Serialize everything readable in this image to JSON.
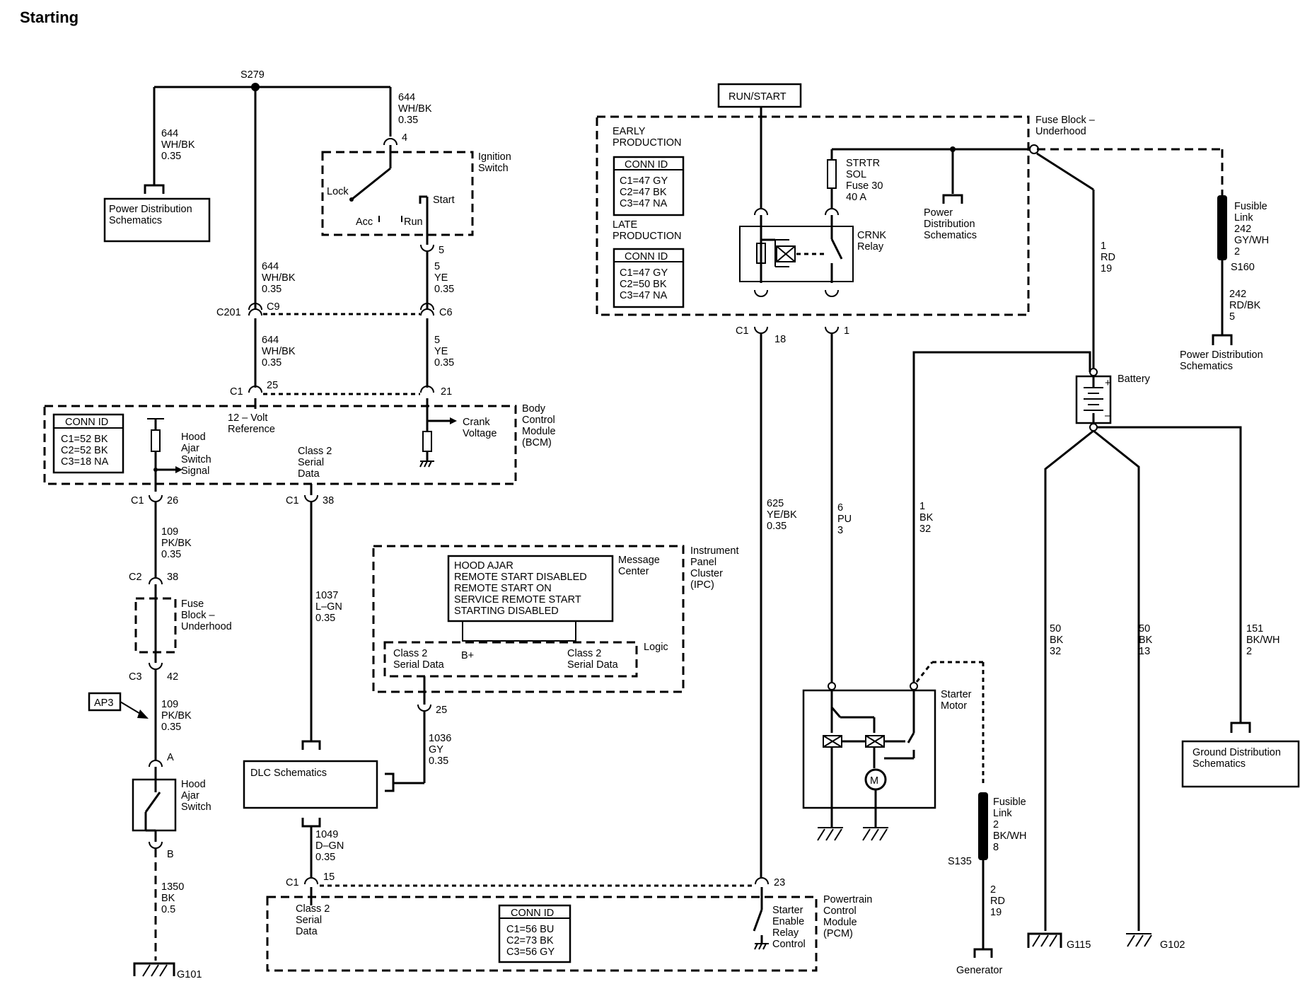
{
  "title": "Starting",
  "splices": {
    "s279": "S279",
    "s160": "S160",
    "s135": "S135"
  },
  "top_left_wire": [
    "644",
    "WH/BK",
    "0.35"
  ],
  "ign_feed_wire": [
    "644",
    "WH/BK",
    "0.35"
  ],
  "wire_s279_c201": [
    "644",
    "WH/BK",
    "0.35"
  ],
  "wire_c201_c1": [
    "644",
    "WH/BK",
    "0.35"
  ],
  "wire_ign_c6": [
    "5",
    "YE",
    "0.35"
  ],
  "wire_c6_bcm": [
    "5",
    "YE",
    "0.35"
  ],
  "pds_label": [
    "Power Distribution",
    "Schematics"
  ],
  "ignition": {
    "name": [
      "Ignition",
      "Switch"
    ],
    "pin_top": "4",
    "pin_bottom": "5",
    "positions": {
      "lock": "Lock",
      "acc": "Acc",
      "run": "Run",
      "start": "Start"
    }
  },
  "c201": {
    "name": "C201",
    "pin_a": "C9",
    "pin_b": "C6"
  },
  "bcm": {
    "name": [
      "Body",
      "Control",
      "Module",
      "(BCM)"
    ],
    "c1": "C1",
    "pin_25": "25",
    "pin_21": "21",
    "ref": [
      "12 – Volt",
      "Reference"
    ],
    "crank": [
      "Crank",
      "Voltage"
    ],
    "hood_signal": [
      "Hood",
      "Ajar",
      "Switch",
      "Signal"
    ],
    "class2": [
      "Class 2",
      "Serial",
      "Data"
    ],
    "conn": {
      "header": "CONN ID",
      "lines": [
        "C1=52 BK",
        "C2=52 BK",
        "C3=18 NA"
      ]
    },
    "pin_26": "26",
    "pin_38": "38"
  },
  "wire_109_a": [
    "109",
    "PK/BK",
    "0.35"
  ],
  "fuse_block_left": {
    "name": [
      "Fuse",
      "Block –",
      "Underhood"
    ],
    "c2": "C2",
    "pin_38": "38",
    "c3": "C3",
    "pin_42": "42"
  },
  "ap3": "AP3",
  "wire_109_b": [
    "109",
    "PK/BK",
    "0.35"
  ],
  "hood_switch": {
    "name": [
      "Hood",
      "Ajar",
      "Switch"
    ],
    "pin_a": "A",
    "pin_b": "B"
  },
  "wire_1350": [
    "1350",
    "BK",
    "0.5"
  ],
  "g101": "G101",
  "wire_1037": [
    "1037",
    "L–GN",
    "0.35"
  ],
  "ipc": {
    "name": [
      "Instrument",
      "Panel",
      "Cluster",
      "(IPC)"
    ],
    "message_center": [
      "Message",
      "Center"
    ],
    "messages": [
      "HOOD AJAR",
      "REMOTE START DISABLED",
      "REMOTE START ON",
      "SERVICE REMOTE START",
      "STARTING DISABLED"
    ],
    "logic": "Logic",
    "class2_left": [
      "Class 2",
      "Serial Data"
    ],
    "bplus": "B+",
    "class2_right": [
      "Class 2",
      "Serial Data"
    ],
    "pin_25": "25"
  },
  "wire_1036": [
    "1036",
    "GY",
    "0.35"
  ],
  "dlc": "DLC Schematics",
  "wire_1049": [
    "1049",
    "D–GN",
    "0.35"
  ],
  "pcm": {
    "name": [
      "Powertrain",
      "Control",
      "Module",
      "(PCM)"
    ],
    "c1": "C1",
    "pin_15": "15",
    "pin_23": "23",
    "class2": [
      "Class 2",
      "Serial",
      "Data"
    ],
    "conn": {
      "header": "CONN ID",
      "lines": [
        "C1=56 BU",
        "C2=73 BK",
        "C3=56 GY"
      ]
    },
    "relay_ctrl": [
      "Starter",
      "Enable",
      "Relay",
      "Control"
    ]
  },
  "run_start": "RUN/START",
  "fuse_block_right": {
    "name": [
      "Fuse Block –",
      "Underhood"
    ],
    "early": [
      "EARLY",
      "PRODUCTION"
    ],
    "early_conn": {
      "header": "CONN ID",
      "lines": [
        "C1=47 GY",
        "C2=47 BK",
        "C3=47 NA"
      ]
    },
    "late": [
      "LATE",
      "PRODUCTION"
    ],
    "late_conn": {
      "header": "CONN ID",
      "lines": [
        "C1=47 GY",
        "C2=50 BK",
        "C3=47 NA"
      ]
    },
    "fuse": [
      "STRTR",
      "SOL",
      "Fuse 30",
      "40 A"
    ],
    "relay": [
      "CRNK",
      "Relay"
    ],
    "pds": [
      "Power",
      "Distribution",
      "Schematics"
    ],
    "c1": "C1",
    "pin_18": "18",
    "pin_1": "1"
  },
  "fusible_top": {
    "name": [
      "Fusible",
      "Link",
      "242",
      "GY/WH",
      "2"
    ]
  },
  "wire_242": [
    "242",
    "RD/BK",
    "5"
  ],
  "pds_right": [
    "Power Distribution",
    "Schematics"
  ],
  "wire_1rd": [
    "1",
    "RD",
    "19"
  ],
  "battery": "Battery",
  "wire_625": [
    "625",
    "YE/BK",
    "0.35"
  ],
  "wire_6pu": [
    "6",
    "PU",
    "3"
  ],
  "wire_1bk": [
    "1",
    "BK",
    "32"
  ],
  "starter": [
    "Starter",
    "Motor"
  ],
  "fusible_bottom": {
    "name": [
      "Fusible",
      "Link",
      "2",
      "BK/WH",
      "8"
    ]
  },
  "wire_2rd": [
    "2",
    "RD",
    "19"
  ],
  "generator": "Generator",
  "wire_50_32": [
    "50",
    "BK",
    "32"
  ],
  "wire_50_13": [
    "50",
    "BK",
    "13"
  ],
  "wire_151": [
    "151",
    "BK/WH",
    "2"
  ],
  "gds": [
    "Ground Distribution",
    "Schematics"
  ],
  "g115": "G115",
  "g102": "G102"
}
